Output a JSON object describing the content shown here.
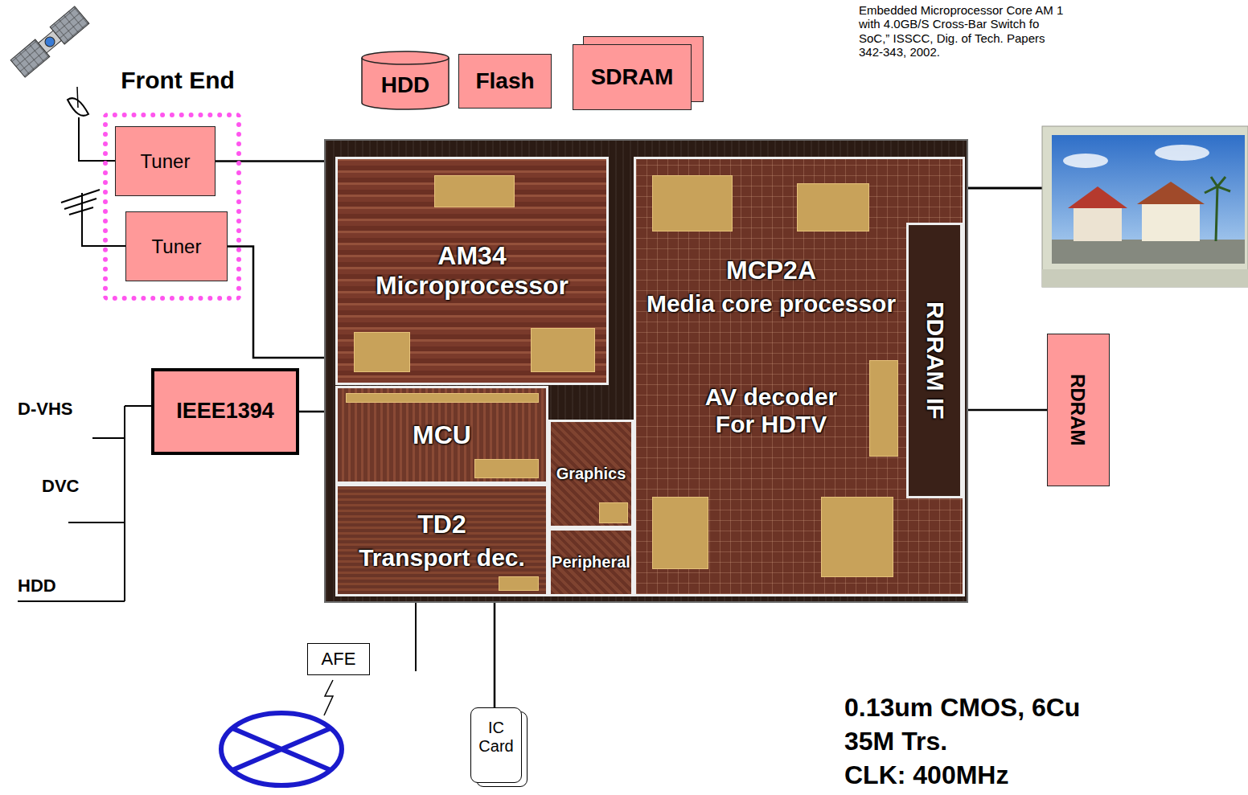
{
  "diagram": {
    "nodes": [
      {
        "text": [
          "Front End"
        ]
      },
      {
        "text": [
          "Tuner"
        ],
        "in": 0
      },
      {
        "text": [
          "Tuner"
        ],
        "in": 0
      },
      {
        "text": [
          "HDD"
        ]
      },
      {
        "text": [
          "Flash"
        ]
      },
      {
        "text": [
          "SDRAM"
        ]
      },
      {
        "text": []
      },
      {
        "text": [
          "AM34 Microprocessor"
        ],
        "in": 6
      },
      {
        "text": [
          "MCP2A",
          "Media core processor",
          "AV decoder For HDTV"
        ],
        "in": 6
      },
      {
        "text": [
          "RDRAM IF"
        ],
        "in": 8
      },
      {
        "text": [
          "MCU"
        ],
        "in": 6
      },
      {
        "text": [
          "Graphics"
        ],
        "in": 6
      },
      {
        "text": [
          "TD2",
          "Transport dec."
        ],
        "in": 6
      },
      {
        "text": [
          "Peripheral"
        ],
        "in": 6
      },
      {
        "text": [
          "RDRAM"
        ]
      },
      {
        "text": [
          "IEEE1394"
        ]
      },
      {
        "text": [
          "AFE"
        ]
      },
      {
        "text": [
          "IC Card"
        ]
      }
    ],
    "edges": [
      {
        "from": 1,
        "to": 6,
        "arrow": "none"
      },
      {
        "from": 2,
        "to": 6,
        "arrow": "none"
      },
      {
        "from": 15,
        "to": 6,
        "arrow": "none"
      },
      {
        "from": 9,
        "to": 14,
        "arrow": "none"
      },
      {
        "from": 6,
        "to": 17,
        "arrow": "none"
      }
    ],
    "labels": [
      "Embedded Microprocessor Core AM 1 with 4.0GB/S Cross-Bar Switch fo SoC,” ISSCC, Dig. of Tech. Papers 342-343,  2002.",
      "D-VHS",
      "DVC",
      "HDD",
      "0.13um CMOS, 6Cu",
      "35M Trs.",
      "CLK: 400MHz"
    ]
  }
}
